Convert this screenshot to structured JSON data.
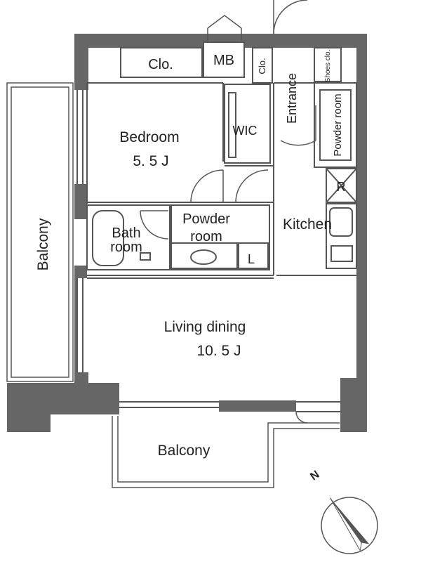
{
  "colors": {
    "wall": "#666666",
    "line": "#555555",
    "text": "#222222",
    "background": "#ffffff"
  },
  "rooms": {
    "closet_top": "Clo.",
    "meter_box": "MB",
    "closet_entrance": "Clo.",
    "shoes_closet": "Shoes clo.",
    "bedroom_name": "Bedroom",
    "bedroom_size": "5. 5 J",
    "wic": "WIC",
    "entrance": "Entrance",
    "powder_room_small": "Powder room",
    "refrigerator": "R",
    "powder_room": "Powder",
    "powder_room_2": "room",
    "laundry": "L",
    "kitchen": "Kitchen",
    "bath": "Bath",
    "bath_2": "room",
    "living_name": "Living dining",
    "living_size": "10. 5 J",
    "balcony_side": "Balcony",
    "balcony_bottom": "Balcony"
  },
  "compass": {
    "north_label": "N",
    "icon": "compass-north-arrow"
  }
}
